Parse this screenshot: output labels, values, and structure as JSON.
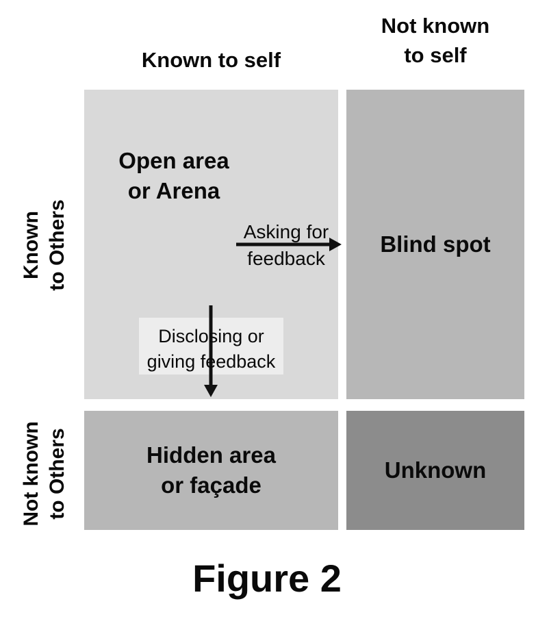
{
  "matrix": {
    "col_headers": {
      "left": "Known to self",
      "right_line1": "Not known",
      "right_line2": "to self"
    },
    "row_headers": {
      "top_line1": "Known",
      "top_line2": "to Others",
      "bottom_line1": "Not known",
      "bottom_line2": "to Others"
    },
    "quadrants": {
      "open": {
        "line1": "Open area",
        "line2": "or Arena"
      },
      "blind": {
        "label": "Blind spot"
      },
      "hidden": {
        "line1": "Hidden area",
        "line2": "or façade"
      },
      "unknown": {
        "label": "Unknown"
      }
    },
    "arrows": {
      "horizontal": {
        "line1": "Asking for",
        "line2": "feedback",
        "direction": "right"
      },
      "vertical": {
        "line1": "Disclosing or",
        "line2": "giving feedback",
        "direction": "down"
      }
    }
  },
  "colors": {
    "open_area": "#d9d9d9",
    "blind_spot": "#b7b7b7",
    "hidden_area": "#b7b7b7",
    "unknown": "#8c8c8c",
    "arrow_label_box": "#ededed",
    "arrow_stroke": "#111111",
    "text": "#0a0a0a",
    "background": "#ffffff"
  },
  "caption": "Figure 2"
}
